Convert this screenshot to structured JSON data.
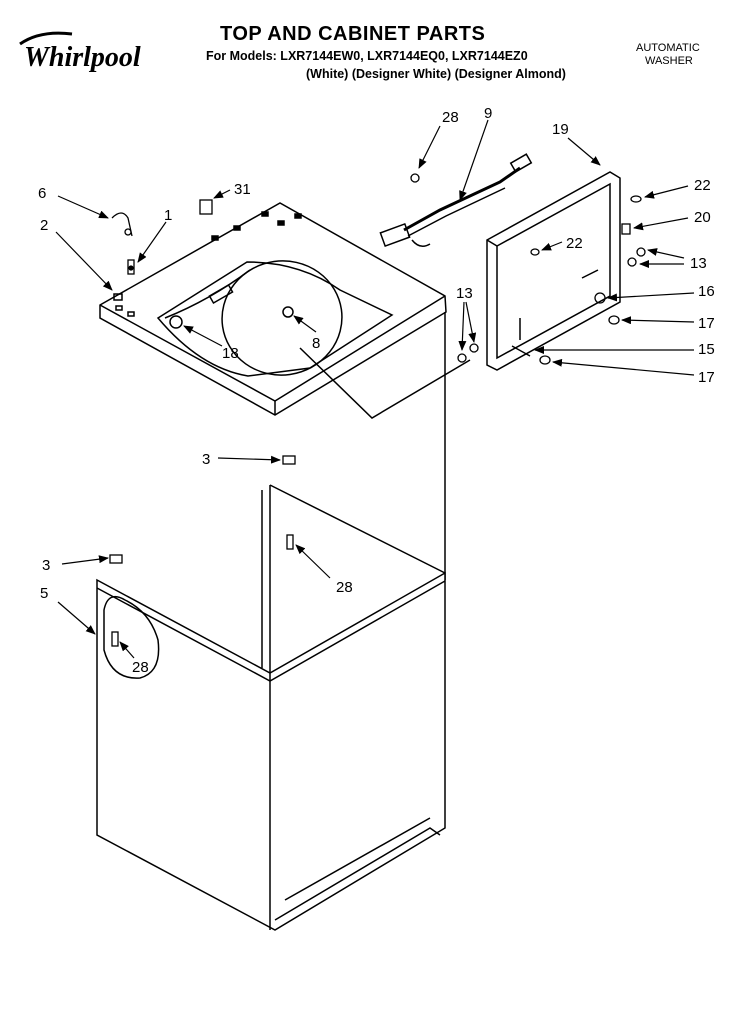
{
  "brand": {
    "logo": "Whirlpool"
  },
  "header": {
    "title": "TOP AND CABINET PARTS",
    "models_line": "For Models: LXR7144EW0,  LXR7144EQ0, LXR7144EZ0",
    "colors_line": "(White)  (Designer White) (Designer Almond)",
    "product_line1": "AUTOMATIC",
    "product_line2": "WASHER"
  },
  "callouts": {
    "c28a": "28",
    "c9": "9",
    "c19": "19",
    "c6": "6",
    "c31": "31",
    "c1": "1",
    "c2": "2",
    "c22a": "22",
    "c20": "20",
    "c22b": "22",
    "c13a": "13",
    "c13b": "13",
    "c16": "16",
    "c17a": "17",
    "c15": "15",
    "c17b": "17",
    "c8": "8",
    "c18": "18",
    "c3a": "3",
    "c3b": "3",
    "c28b": "28",
    "c5": "5",
    "c28c": "28"
  }
}
